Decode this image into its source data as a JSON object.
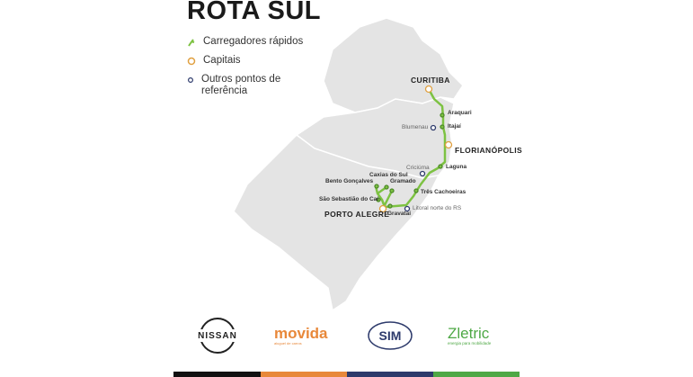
{
  "title": "ROTA SUL",
  "legend": [
    {
      "label": "Carregadores rápidos",
      "icon": "charger-plug-icon",
      "color": "#7dc242"
    },
    {
      "label": "Capitais",
      "icon": "capital-circle-icon",
      "color": "#e0a040"
    },
    {
      "label": "Outros pontos de referência",
      "icon": "reference-circle-icon",
      "color": "#2d3a6b"
    }
  ],
  "places": {
    "curitiba": "CURITIBA",
    "araquari": "Araquari",
    "itajai": "Itajaí",
    "blumenau": "Blumenau",
    "florianopolis": "FLORIANÓPOLIS",
    "laguna": "Laguna",
    "criciuma": "Criciúma",
    "caxias": "Caxias do Sul",
    "gramado": "Gramado",
    "bento": "Bento Gonçalves",
    "tres": "Três Cachoeiras",
    "caí": "São Sebastião do Caí",
    "litoral": "Litoral norte do RS",
    "porto_alegre": "PORTO ALEGRE",
    "gravatai": "Gravataí"
  },
  "logos": {
    "nissan": "NISSAN",
    "movida": "movida",
    "movida_tag": "aluguel de carros",
    "sim": "SIM",
    "zletric": "Zletric",
    "zletric_tag": "energia para mobilidade"
  },
  "colors": {
    "route": "#7dc242",
    "capital": "#e0a040",
    "reference": "#2d3a6b",
    "land": "#e4e4e4",
    "bars": [
      "#111111",
      "#e8883a",
      "#2d3a6b",
      "#4ea845"
    ]
  }
}
